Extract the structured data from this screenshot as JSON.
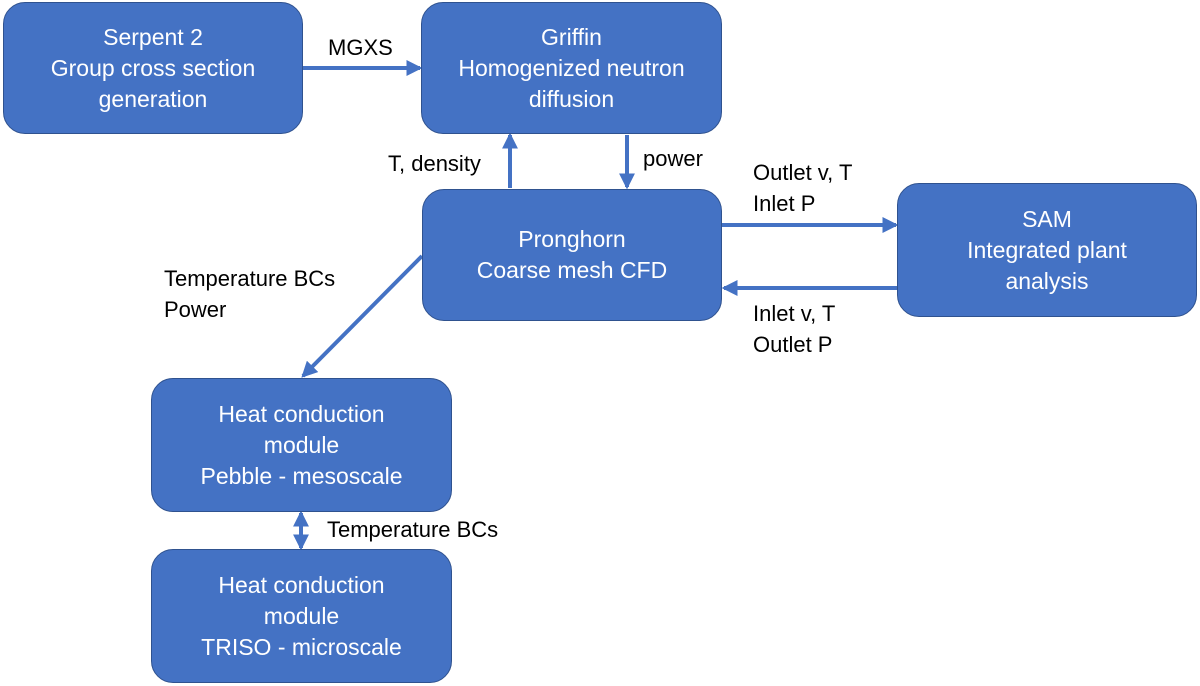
{
  "colors": {
    "box_fill": "#4472c4",
    "box_border": "#2f528f",
    "box_text": "#ffffff",
    "arrow": "#4472c4",
    "label_text": "#000000"
  },
  "nodes": {
    "serpent": {
      "lines": [
        "Serpent 2",
        "Group cross section",
        "generation"
      ]
    },
    "griffin": {
      "lines": [
        "Griffin",
        "Homogenized neutron",
        "diffusion"
      ]
    },
    "pronghorn": {
      "lines": [
        "Pronghorn",
        "Coarse mesh CFD"
      ]
    },
    "sam": {
      "lines": [
        "SAM",
        "Integrated plant",
        "analysis"
      ]
    },
    "pebble": {
      "lines": [
        "Heat conduction",
        "module",
        "Pebble - mesoscale"
      ]
    },
    "triso": {
      "lines": [
        "Heat conduction",
        "module",
        "TRISO - microscale"
      ]
    }
  },
  "edges": {
    "serpent_griffin": {
      "lines": [
        "MGXS"
      ]
    },
    "pronghorn_griffin": {
      "lines": [
        "T, density"
      ]
    },
    "griffin_pronghorn": {
      "lines": [
        "power"
      ]
    },
    "pronghorn_sam": {
      "lines": [
        "Outlet v, T",
        "Inlet P"
      ]
    },
    "sam_pronghorn": {
      "lines": [
        "Inlet v, T",
        "Outlet P"
      ]
    },
    "pronghorn_pebble": {
      "lines": [
        "Temperature BCs",
        "Power"
      ]
    },
    "pebble_triso": {
      "lines": [
        "Temperature BCs"
      ]
    }
  }
}
